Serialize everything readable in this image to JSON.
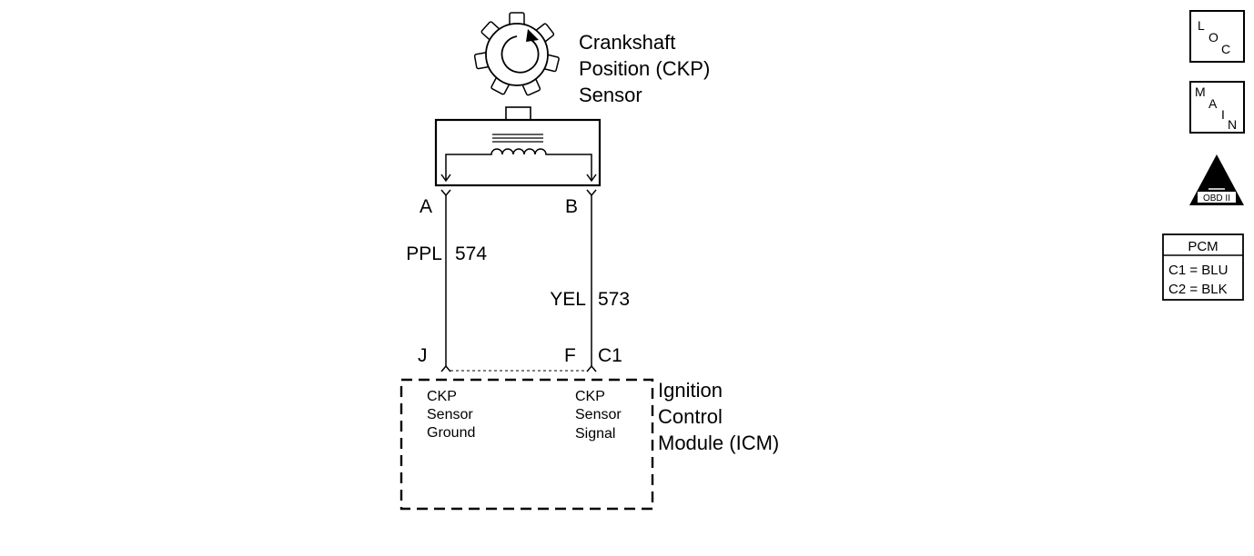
{
  "sensor": {
    "label": [
      "Crankshaft",
      "Position (CKP)",
      "Sensor"
    ],
    "pin_a": "A",
    "pin_b": "B"
  },
  "wires": {
    "a": {
      "color": "PPL",
      "circuit": "574"
    },
    "b": {
      "color": "YEL",
      "circuit": "573"
    }
  },
  "module": {
    "pin_j": "J",
    "pin_f": "F",
    "connector": "C1",
    "label": [
      "Ignition",
      "Control",
      "Module (ICM)"
    ],
    "ground_label": [
      "CKP",
      "Sensor",
      "Ground"
    ],
    "signal_label": [
      "CKP",
      "Sensor",
      "Signal"
    ]
  },
  "side_icons": {
    "loc": [
      "L",
      "O",
      "C"
    ],
    "main": [
      "M",
      "A",
      "I",
      "N"
    ],
    "obd": {
      "numeral": "II",
      "text": "OBD II"
    },
    "pcm": {
      "title": "PCM",
      "rows": [
        "C1 = BLU",
        "C2 = BLK"
      ]
    }
  }
}
